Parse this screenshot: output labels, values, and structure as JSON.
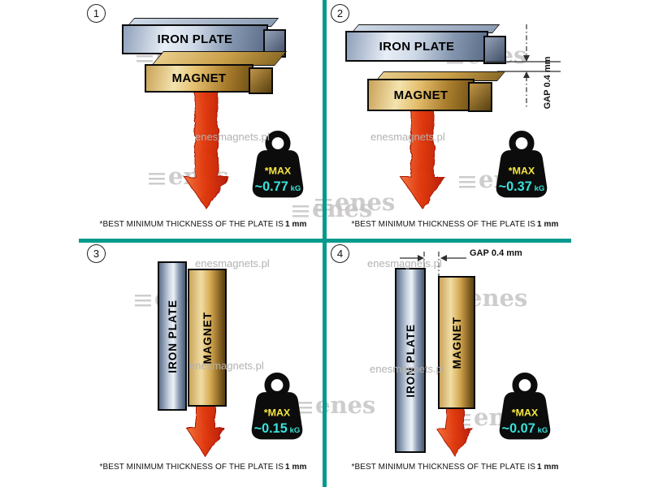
{
  "colors": {
    "divider": "#069a8e",
    "arrow_red": "#d3290c",
    "max_text_yellow": "#f8e840",
    "value_text_cyan": "#38e2da",
    "plate_metal": "#9fb0c6",
    "magnet_gold": "#d8a94f"
  },
  "watermarks": {
    "site": "enesmagnets.pl",
    "logo": "enes"
  },
  "caption": {
    "text": "*BEST MINIMUM THICKNESS OF THE PLATE IS",
    "bold": "1 mm"
  },
  "labels": {
    "plate": "IRON PLATE",
    "magnet": "MAGNET",
    "max": "*MAX",
    "unit": "kG",
    "gap": "GAP",
    "gap_value": "0.4 mm"
  },
  "panels": [
    {
      "number": "1",
      "value": "~0.77"
    },
    {
      "number": "2",
      "value": "~0.37"
    },
    {
      "number": "3",
      "value": "~0.15"
    },
    {
      "number": "4",
      "value": "~0.07"
    }
  ]
}
